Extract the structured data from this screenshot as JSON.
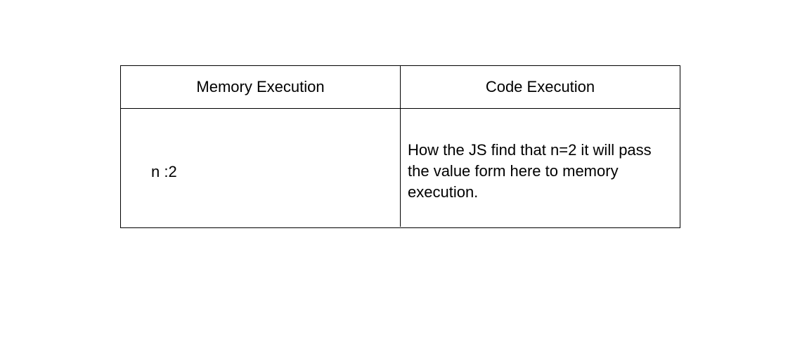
{
  "table": {
    "header": {
      "memory": "Memory Execution",
      "code": "Code Execution"
    },
    "row": {
      "memory_value": "n :2",
      "code_lines": [
        "How the JS find that n=2 it will pass",
        "the value form here to memory",
        "execution."
      ]
    }
  }
}
